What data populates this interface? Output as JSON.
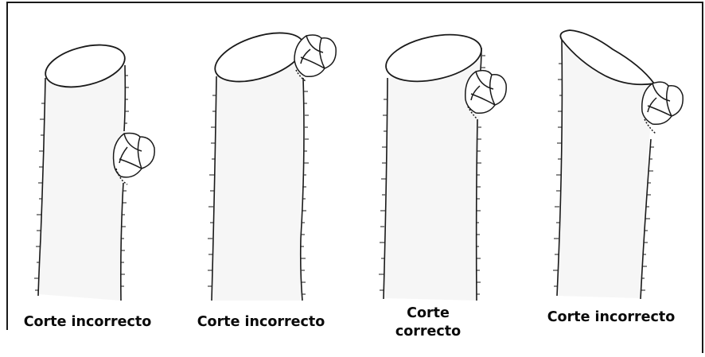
{
  "figures": [
    {
      "caption_lines": [
        "Corte incorrecto"
      ]
    },
    {
      "caption_lines": [
        "Corte incorrecto"
      ]
    },
    {
      "caption_lines": [
        "Corte",
        "correcto"
      ]
    },
    {
      "caption_lines": [
        "Corte incorrecto"
      ]
    }
  ],
  "colors": {
    "ink": "#1a1a1a",
    "stem_fill": "#f4f4f4"
  }
}
